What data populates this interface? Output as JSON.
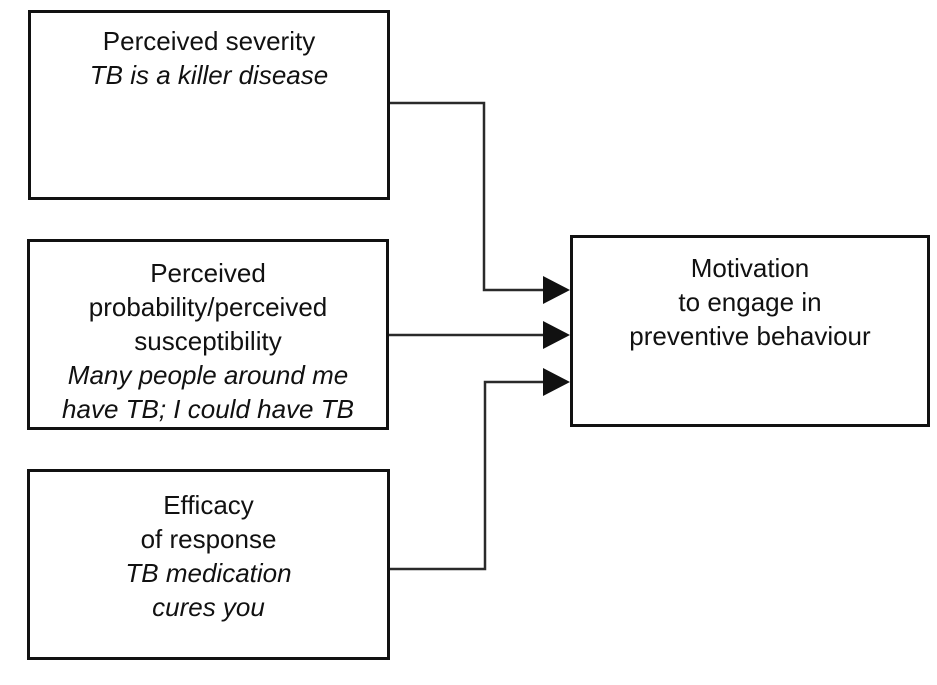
{
  "diagram": {
    "type": "flow-diagram",
    "boxes": {
      "severity": {
        "title_lines": [
          "Perceived severity"
        ],
        "example_lines": [
          "TB is a killer disease"
        ]
      },
      "susceptibility": {
        "title_lines": [
          "Perceived",
          "probability/perceived",
          "susceptibility"
        ],
        "example_lines": [
          "Many people around me",
          "have TB; I could have TB"
        ]
      },
      "efficacy": {
        "title_lines": [
          "Efficacy",
          "of response"
        ],
        "example_lines": [
          "TB medication",
          "cures you"
        ]
      },
      "motivation": {
        "title_lines": [
          "Motivation",
          "to engage in",
          "preventive behaviour"
        ]
      }
    },
    "arrows": [
      {
        "from": "Perceived severity",
        "to": "Motivation to engage in preventive behaviour"
      },
      {
        "from": "Perceived probability/perceived susceptibility",
        "to": "Motivation to engage in preventive behaviour"
      },
      {
        "from": "Efficacy of response",
        "to": "Motivation to engage in preventive behaviour"
      }
    ],
    "colors": {
      "border": "#111111",
      "text": "#111111",
      "line": "#2a2a2a",
      "arrowhead": "#111111",
      "background": "#ffffff"
    }
  }
}
